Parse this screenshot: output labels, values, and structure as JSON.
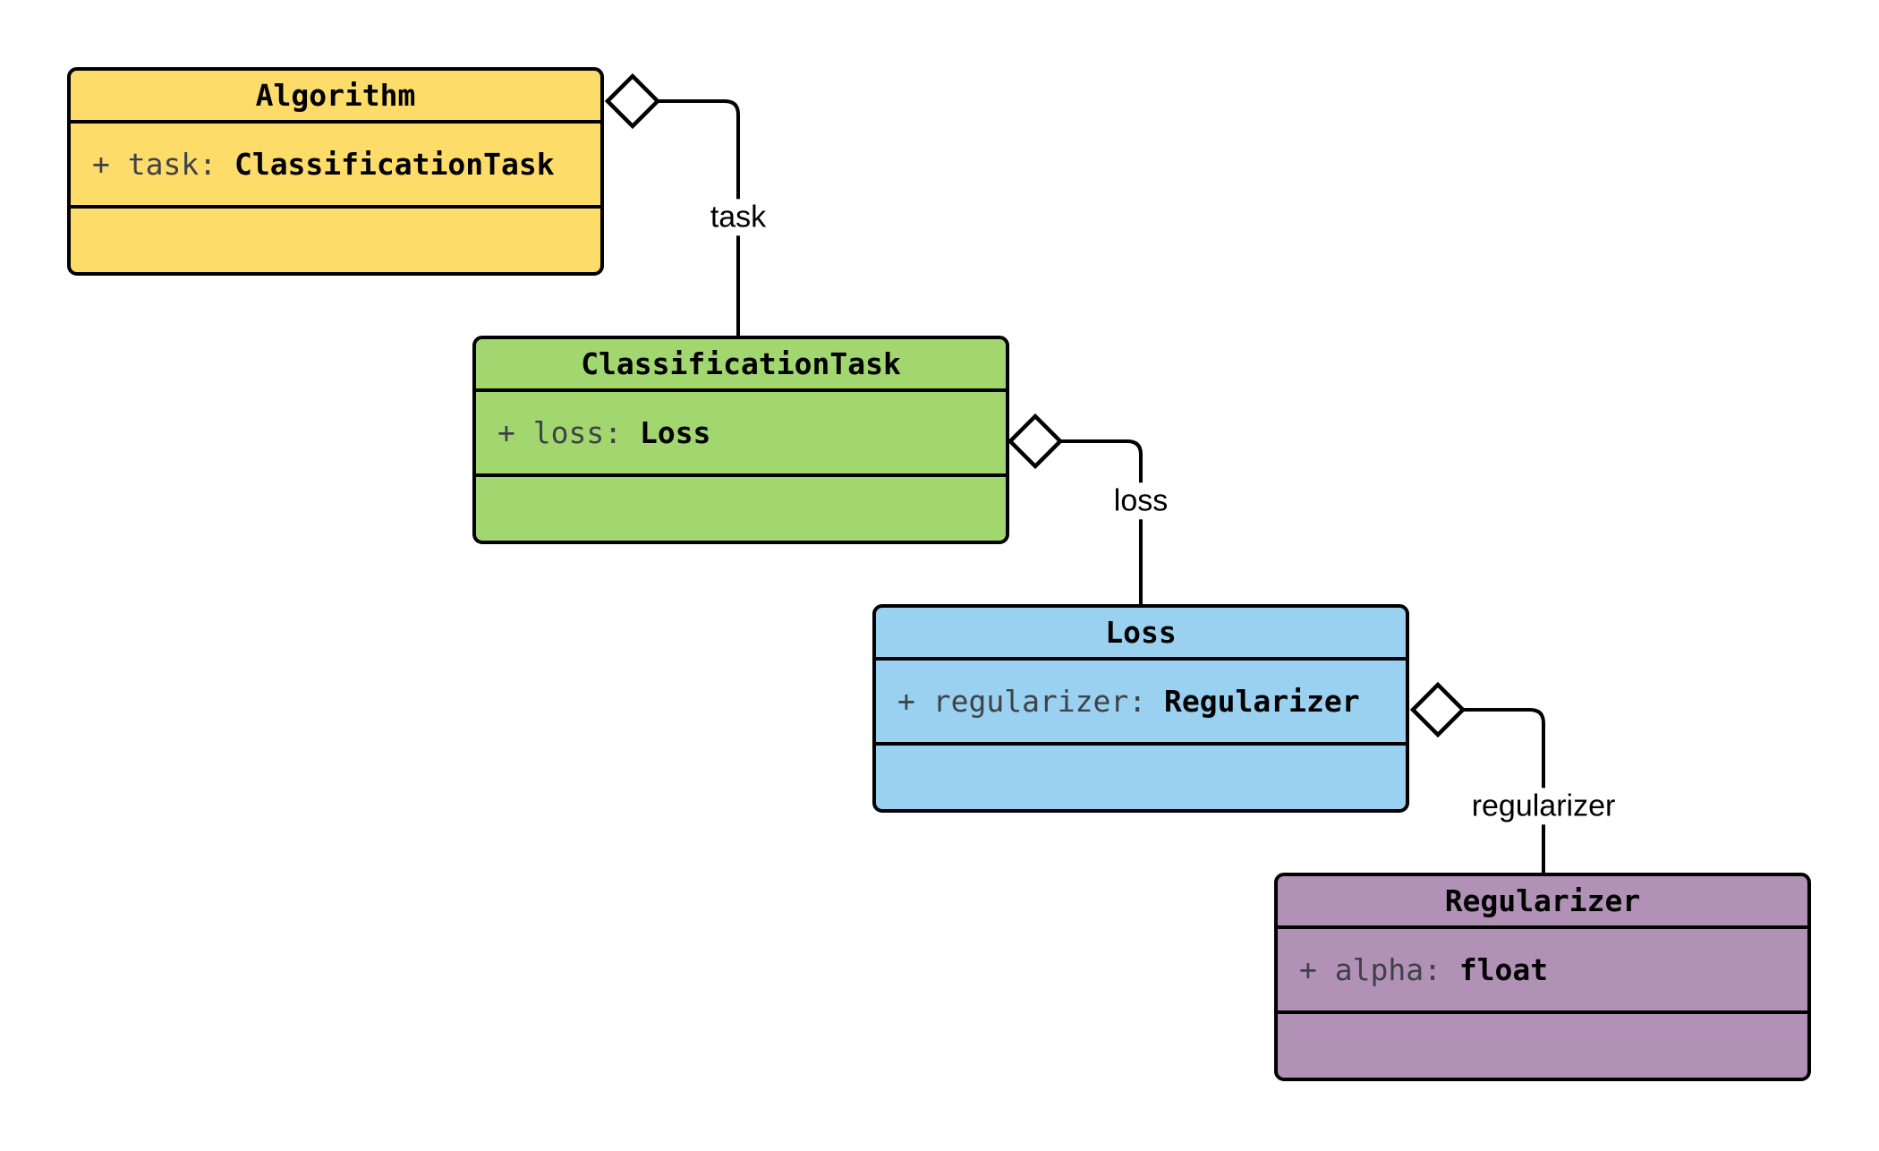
{
  "diagram": {
    "type": "uml-class-diagram",
    "background": "#ffffff",
    "stroke_color": "#000000",
    "attr_name_color": "#3e4147",
    "label_color": "#000000"
  },
  "classes": [
    {
      "name": "Algorithm",
      "attr_label": "+ task: ",
      "attr_type": "ClassificationTask",
      "fill": "#FDDC69"
    },
    {
      "name": "ClassificationTask",
      "attr_label": "+ loss: ",
      "attr_type": "Loss",
      "fill": "#A2D76F"
    },
    {
      "name": "Loss",
      "attr_label": "+ regularizer: ",
      "attr_type": "Regularizer",
      "fill": "#9AD1F0"
    },
    {
      "name": "Regularizer",
      "attr_label": "+ alpha: ",
      "attr_type": "float",
      "fill": "#B192B6"
    }
  ],
  "edges": [
    {
      "label": "task",
      "from": "Algorithm",
      "to": "ClassificationTask",
      "relation": "aggregation"
    },
    {
      "label": "loss",
      "from": "ClassificationTask",
      "to": "Loss",
      "relation": "aggregation"
    },
    {
      "label": "regularizer",
      "from": "Loss",
      "to": "Regularizer",
      "relation": "aggregation"
    }
  ]
}
